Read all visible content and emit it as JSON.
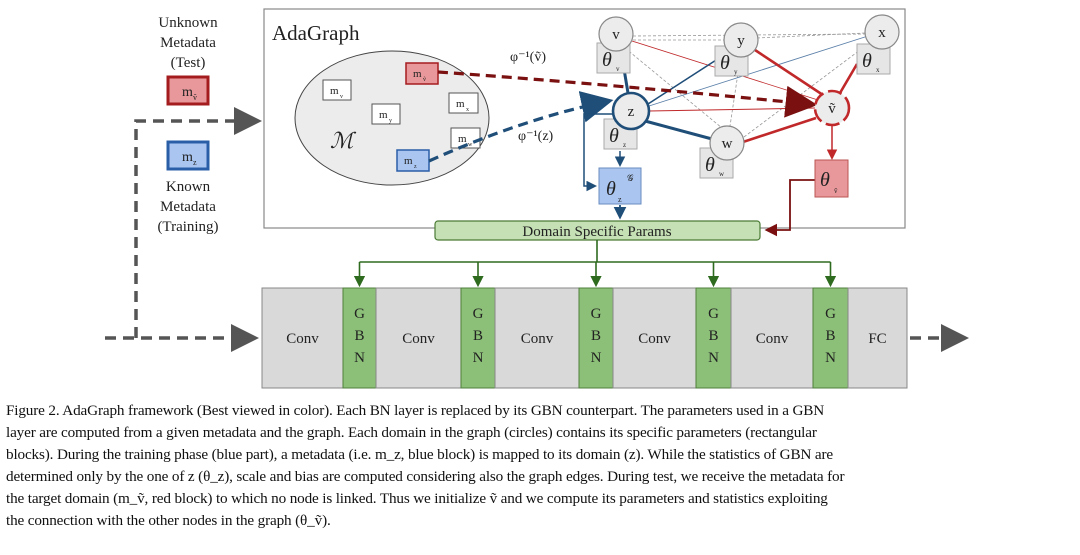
{
  "figure": {
    "left_labels": {
      "unknown": [
        "Unknown",
        "Metadata",
        "(Test)"
      ],
      "known": [
        "Known",
        "Metadata",
        "(Training)"
      ],
      "m_test": "m",
      "m_test_sub": "ṽ",
      "m_train": "m",
      "m_train_sub": "z"
    },
    "panel_title": "AdaGraph",
    "metadata_space_symbol": "ℳ",
    "metadata_boxes": [
      {
        "label": "m",
        "sub": "v"
      },
      {
        "label": "m",
        "sub": "ṽ"
      },
      {
        "label": "m",
        "sub": "y"
      },
      {
        "label": "m",
        "sub": "x"
      },
      {
        "label": "m",
        "sub": "w"
      },
      {
        "label": "m",
        "sub": "z"
      }
    ],
    "mapping_labels": {
      "test": "φ⁻¹(ṽ)",
      "train": "φ⁻¹(z)"
    },
    "nodes": [
      {
        "label": "v",
        "theta_sub": "v"
      },
      {
        "label": "y",
        "theta_sub": "y"
      },
      {
        "label": "x",
        "theta_sub": "x"
      },
      {
        "label": "z",
        "theta_sub": "z"
      },
      {
        "label": "w",
        "theta_sub": "w"
      },
      {
        "label": "ṽ",
        "theta_sub": "ṽ"
      }
    ],
    "theta": "θ",
    "theta_graph_sup": "𝒢",
    "theta_graph_sub": "z",
    "domain_params": "Domain Specific Params",
    "layers": [
      "Conv",
      "GBN",
      "Conv",
      "GBN",
      "Conv",
      "GBN",
      "Conv",
      "GBN",
      "Conv",
      "GBN",
      "FC"
    ],
    "colors": {
      "red": "#c0282a",
      "dark_red": "#7a1010",
      "red_fill": "#e8989a",
      "blue": "#1f4e79",
      "blue_fill": "#a9c5f0",
      "green": "#2e6b1f",
      "green_fill": "#8cc078",
      "green_light": "#c5e0b4",
      "gray_fill": "#d9d9d9",
      "node_fill": "#ececec"
    }
  },
  "caption": [
    "Figure 2. AdaGraph framework (Best viewed in color). Each BN layer is replaced by its GBN counterpart. The parameters used in a GBN",
    "layer are computed from a given metadata and the graph. Each domain in the graph (circles) contains its specific parameters (rectangular",
    "blocks). During the training phase (blue part), a metadata (i.e. m_z, blue block) is mapped to its domain (z). While the statistics of GBN are",
    "determined only by the one of z (θ_z), scale and bias are computed considering also the graph edges. During test, we receive the metadata for",
    "the target domain (m_ṽ, red block) to which no node is linked. Thus we initialize ṽ and we compute its parameters and statistics exploiting",
    "the connection with the other nodes in the graph (θ_ṽ)."
  ]
}
